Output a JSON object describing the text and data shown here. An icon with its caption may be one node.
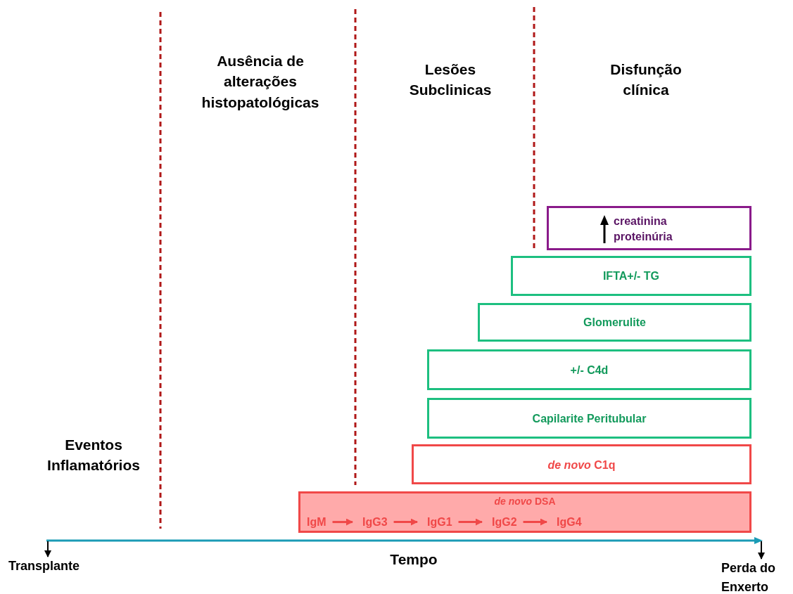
{
  "diagram": {
    "nodes": [
      {
        "text": [
          "creatinina proteinúria"
        ]
      },
      {
        "text": [
          "IFTA+/- TG"
        ]
      },
      {
        "text": [
          "Glomerulite"
        ]
      },
      {
        "text": [
          "+/- C4d"
        ]
      },
      {
        "text": [
          "Capilarite Peritubular"
        ]
      },
      {
        "text": [
          "*de novo* C1q"
        ]
      },
      {
        "text": [
          "*de novo* DSA"
        ]
      },
      {
        "text": [
          "IgM"
        ],
        "in": 6
      },
      {
        "text": [
          "IgG3"
        ],
        "in": 6
      },
      {
        "text": [
          "IgG1"
        ],
        "in": 6
      },
      {
        "text": [
          "IgG2"
        ],
        "in": 6
      },
      {
        "text": [
          "IgG4"
        ],
        "in": 6
      },
      {
        "text": [
          "Transplante"
        ]
      },
      {
        "text": [
          "Perda do Enxerto"
        ]
      },
      {
        "text": [],
        "shape": "bar"
      }
    ],
    "edges": [
      {
        "from": 7,
        "to": 8,
        "arrow": "to"
      },
      {
        "from": 8,
        "to": 9,
        "arrow": "to"
      },
      {
        "from": 9,
        "to": 10,
        "arrow": "to"
      },
      {
        "from": 10,
        "to": 11,
        "arrow": "to"
      },
      {
        "from": 14,
        "to": 12,
        "arrow": "to",
        "color": "#000000"
      },
      {
        "from": 14,
        "to": 13,
        "arrow": "to",
        "color": "#000000"
      }
    ],
    "labels": [
      "Ausência de alterações histopatológicas",
      "Lesões Subclinicas",
      "Disfunção clínica",
      "Eventos Inflamatórios",
      "Tempo"
    ]
  }
}
